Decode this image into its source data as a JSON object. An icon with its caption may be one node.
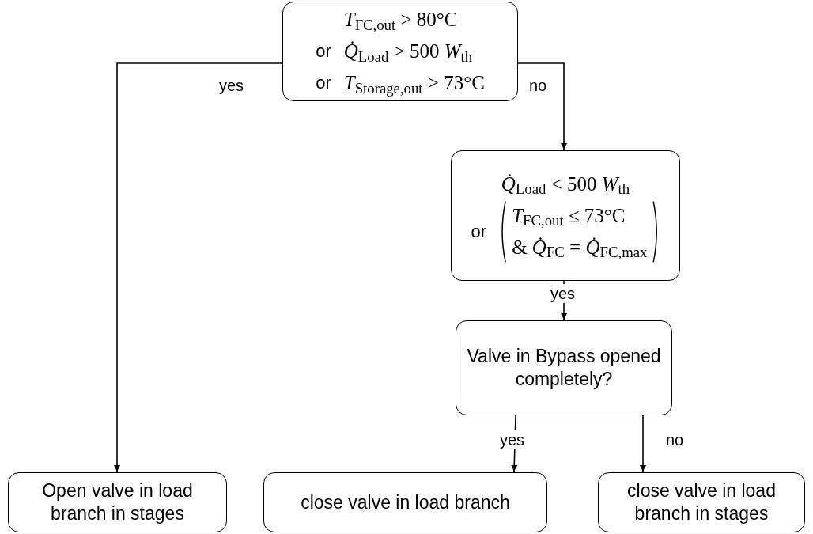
{
  "diagram": {
    "nodes": [
      {
        "text": [
          "*T*$_{FC,out}$ > 80°C",
          "or",
          "*Q̇*$_{Load}$ > 500 *W*$_{th}$",
          "or",
          "*T*$_{Storage,out}$ > 73°C"
        ]
      },
      {
        "text": [
          "*Q̇*$_{Load}$ < 500 *W*$_{th}$",
          "or",
          "*T*$_{FC,out}$ ≤ 73°C",
          "& *Q̇*$_{FC}$ = *Q̇*$_{FC,max}$"
        ]
      },
      {
        "text": [
          "Valve in Bypass opened completely?"
        ]
      },
      {
        "text": [
          "Open valve in load branch in stages"
        ]
      },
      {
        "text": [
          "close valve in load branch"
        ]
      },
      {
        "text": [
          "close valve in load branch in stages"
        ]
      }
    ],
    "edges": [
      {
        "from": 0,
        "to": 3,
        "arrow": "to",
        "label": "yes"
      },
      {
        "from": 0,
        "to": 1,
        "arrow": "to",
        "label": "no"
      },
      {
        "from": 1,
        "to": 2,
        "arrow": "to",
        "label": "yes"
      },
      {
        "from": 2,
        "to": 4,
        "arrow": "to",
        "label": "yes"
      },
      {
        "from": 2,
        "to": 5,
        "arrow": "to",
        "label": "no"
      }
    ]
  }
}
